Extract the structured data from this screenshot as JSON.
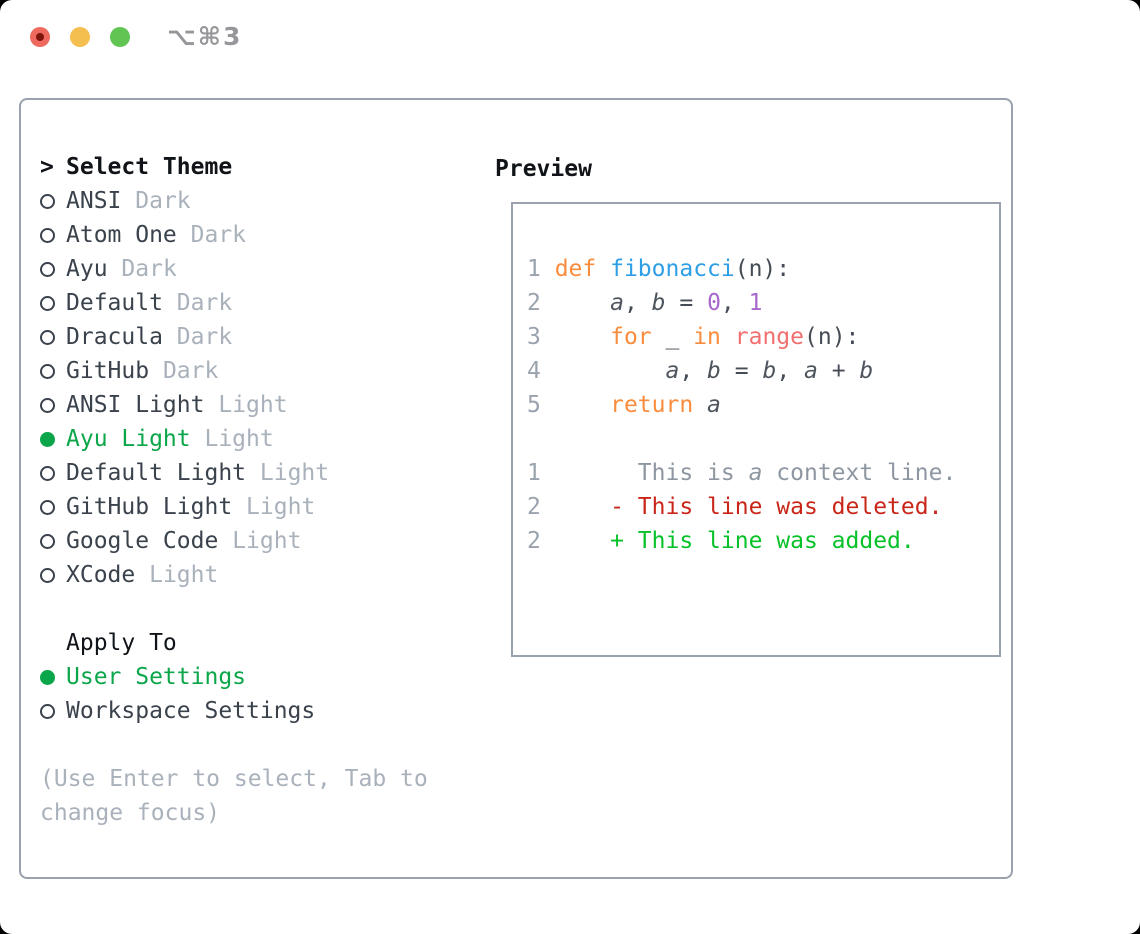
{
  "window": {
    "title": "⌥⌘3",
    "traffic_lights": [
      "close-button",
      "minimize-button",
      "zoom-button"
    ]
  },
  "colors": {
    "green": "#0CA64A",
    "added": "#06C228",
    "deleted": "#C9261A",
    "text_dark": "#3A424C",
    "text_black": "#101418",
    "text_muted": "#A9B1BB",
    "border": "#9AA2AD",
    "line_number": "#9AA3AD",
    "tl_close": "#EE6A5F",
    "tl_close_dot": "#7E150D",
    "tl_min": "#F5BF4F",
    "tl_zoom": "#61C554",
    "title_color": "#97979B",
    "syntax": {
      "kw": "#F98C3D",
      "fn": "#2E9FE6",
      "var": "#4E555E",
      "num": "#A668CC",
      "sp": "#F1706F",
      "fg": "#454C55",
      "ctx": "#8E97A1"
    }
  },
  "icons": {
    "prompt": ">",
    "radio_unselected": "○",
    "radio_selected": "●"
  },
  "theme_picker": {
    "prompt": ">",
    "header": "Select Theme",
    "items": [
      {
        "name": "ANSI",
        "variant": "Dark",
        "selected": false
      },
      {
        "name": "Atom One",
        "variant": "Dark",
        "selected": false
      },
      {
        "name": "Ayu",
        "variant": "Dark",
        "selected": false
      },
      {
        "name": "Default",
        "variant": "Dark",
        "selected": false
      },
      {
        "name": "Dracula",
        "variant": "Dark",
        "selected": false
      },
      {
        "name": "GitHub",
        "variant": "Dark",
        "selected": false
      },
      {
        "name": "ANSI Light",
        "variant": "Light",
        "selected": false
      },
      {
        "name": "Ayu Light",
        "variant": "Light",
        "selected": true
      },
      {
        "name": "Default Light",
        "variant": "Light",
        "selected": false
      },
      {
        "name": "GitHub Light",
        "variant": "Light",
        "selected": false
      },
      {
        "name": "Google Code",
        "variant": "Light",
        "selected": false
      },
      {
        "name": "XCode",
        "variant": "Light",
        "selected": false
      }
    ]
  },
  "apply_to": {
    "header": "Apply To",
    "options": [
      {
        "label": "User Settings",
        "selected": true
      },
      {
        "label": "Workspace Settings",
        "selected": false
      }
    ]
  },
  "hint_lines": [
    "(Use Enter to select, Tab to",
    "change focus)"
  ],
  "preview": {
    "header": "Preview",
    "lines": [
      {
        "num": "1",
        "kind": "code",
        "segs": [
          {
            "t": "def",
            "c": "kw"
          },
          {
            "t": " ",
            "c": "fg"
          },
          {
            "t": "fibonacci",
            "c": "fn"
          },
          {
            "t": "(n):",
            "c": "fg"
          }
        ]
      },
      {
        "num": "2",
        "kind": "code",
        "segs": [
          {
            "t": "    ",
            "c": "fg"
          },
          {
            "t": "a",
            "c": "var"
          },
          {
            "t": ", ",
            "c": "fg"
          },
          {
            "t": "b",
            "c": "var"
          },
          {
            "t": " = ",
            "c": "fg"
          },
          {
            "t": "0",
            "c": "num"
          },
          {
            "t": ", ",
            "c": "fg"
          },
          {
            "t": "1",
            "c": "num"
          }
        ]
      },
      {
        "num": "3",
        "kind": "code",
        "segs": [
          {
            "t": "    ",
            "c": "fg"
          },
          {
            "t": "for",
            "c": "kw"
          },
          {
            "t": " _ ",
            "c": "fg"
          },
          {
            "t": "in",
            "c": "kw"
          },
          {
            "t": " ",
            "c": "fg"
          },
          {
            "t": "range",
            "c": "sp"
          },
          {
            "t": "(n):",
            "c": "fg"
          }
        ]
      },
      {
        "num": "4",
        "kind": "code",
        "segs": [
          {
            "t": "        ",
            "c": "fg"
          },
          {
            "t": "a",
            "c": "var"
          },
          {
            "t": ", ",
            "c": "fg"
          },
          {
            "t": "b",
            "c": "var"
          },
          {
            "t": " = ",
            "c": "fg"
          },
          {
            "t": "b",
            "c": "var"
          },
          {
            "t": ", ",
            "c": "fg"
          },
          {
            "t": "a",
            "c": "var"
          },
          {
            "t": " + ",
            "c": "fg"
          },
          {
            "t": "b",
            "c": "var"
          }
        ]
      },
      {
        "num": "5",
        "kind": "code",
        "segs": [
          {
            "t": "    ",
            "c": "fg"
          },
          {
            "t": "return",
            "c": "kw"
          },
          {
            "t": " ",
            "c": "fg"
          },
          {
            "t": "a",
            "c": "var"
          }
        ]
      },
      {
        "num": "",
        "kind": "blank",
        "segs": []
      },
      {
        "num": "1",
        "kind": "diff-context",
        "segs": [
          {
            "t": "      This is ",
            "c": "ctx"
          },
          {
            "t": "a",
            "c": "ctxi"
          },
          {
            "t": " context line.",
            "c": "ctx"
          }
        ]
      },
      {
        "num": "2",
        "kind": "diff-deleted",
        "segs": [
          {
            "t": "    - This line was deleted.",
            "c": "del"
          }
        ]
      },
      {
        "num": "2",
        "kind": "diff-added",
        "segs": [
          {
            "t": "    + This line was added.",
            "c": "add"
          }
        ]
      }
    ]
  }
}
